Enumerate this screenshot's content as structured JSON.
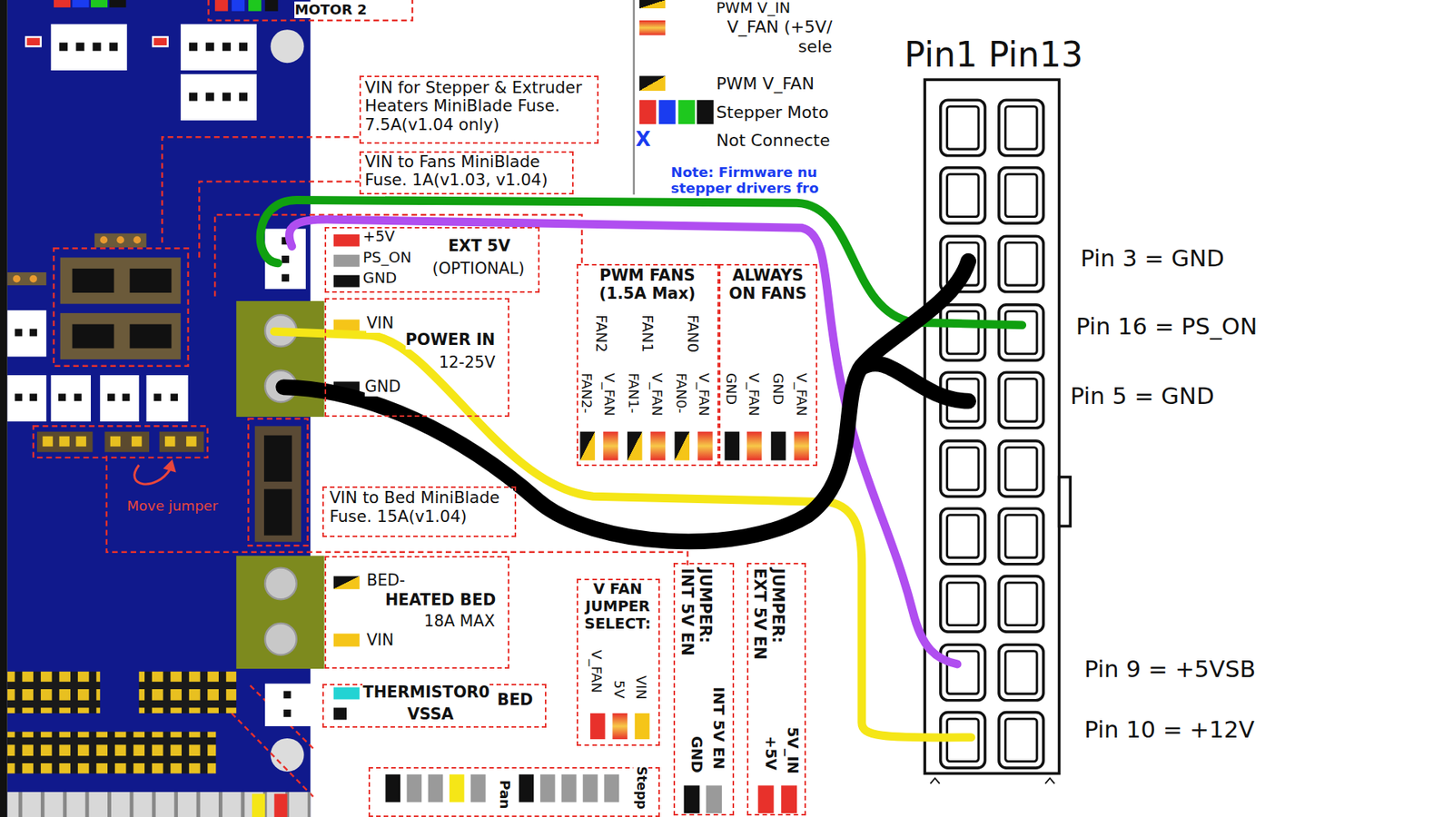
{
  "diagram": {
    "nodes": [
      {
        "text": [
          "VIN for Stepper & Extruder Heaters MiniBlade Fuse. 7.5A(v1.04 only)"
        ]
      },
      {
        "text": [
          "VIN to Fans MiniBlade Fuse. 1A(v1.03, v1.04)"
        ]
      },
      {
        "text": [
          "+5V",
          "PS_ON",
          "GND",
          "EXT 5V",
          "(OPTIONAL)"
        ]
      },
      {
        "text": [
          "VIN",
          "POWER IN",
          "12-25V",
          "GND"
        ]
      },
      {
        "text": [
          "PWM FANS (1.5A Max)",
          "FAN2",
          "FAN1",
          "FAN0",
          "FAN2-",
          "V_FAN",
          "FAN1-",
          "V_FAN",
          "FAN0-",
          "V_FAN"
        ]
      },
      {
        "text": [
          "ALWAYS ON FANS",
          "GND",
          "V_FAN",
          "GND",
          "V_FAN"
        ]
      },
      {
        "text": [
          "VIN to Bed MiniBlade Fuse. 15A(v1.04)"
        ]
      },
      {
        "text": [
          "BED-",
          "HEATED BED",
          "18A MAX",
          "VIN"
        ]
      },
      {
        "text": [
          "THERMISTOR0",
          "BED",
          "VSSA"
        ]
      },
      {
        "text": [
          "V FAN JUMPER SELECT:",
          "V_FAN",
          "5V",
          "VIN"
        ]
      },
      {
        "text": [
          "JUMPER: INT 5V EN",
          "GND",
          "INT 5V EN"
        ]
      },
      {
        "text": [
          "JUMPER: EXT 5V EN",
          "+5V",
          "5V_IN"
        ]
      },
      {
        "text": [
          "Pan",
          "Stepp"
        ]
      }
    ],
    "labels": [
      "MOTOR 2",
      "X",
      "Note: Firmware nu stepper drivers fro",
      "Move jumper",
      "Pin1 Pin13",
      "Pin 3 = GND",
      "Pin 16 = PS_ON",
      "Pin 5 = GND",
      "Pin 9 = +5VSB",
      "Pin 10 = +12V"
    ],
    "legend": [
      {
        "text": "PWM V_IN"
      },
      {
        "text": "V_FAN (+5V/ sele"
      },
      {
        "text": "PWM V_FAN"
      },
      {
        "text": "Stepper Moto"
      },
      {
        "text": "Not Connecte"
      }
    ]
  }
}
